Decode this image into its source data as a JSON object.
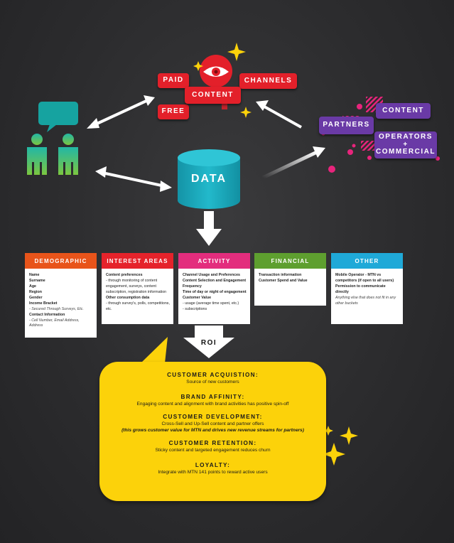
{
  "channels": {
    "paid": "PAID",
    "content": "CONTENT",
    "free": "FREE",
    "channels": "CHANNELS"
  },
  "partners": {
    "content": "CONTENT",
    "partners": "PARTNERS",
    "operators_line1": "OPERATORS",
    "operators_line2": "+",
    "operators_line3": "COMMERCIAL"
  },
  "data_label": "DATA",
  "roi_label": "ROI",
  "categories": [
    {
      "title": "DEMOGRAPHIC",
      "color": "#e8541a",
      "lines": [
        {
          "t": "Name",
          "s": "b"
        },
        {
          "t": "Surname",
          "s": "b"
        },
        {
          "t": "Age",
          "s": "b"
        },
        {
          "t": "Region",
          "s": "b"
        },
        {
          "t": "Gender",
          "s": "b"
        },
        {
          "t": "Income Bracket",
          "s": "b"
        },
        {
          "t": "- Secured Through Surveys, Etc.",
          "s": "n"
        },
        {
          "t": "Contact Information",
          "s": "b"
        },
        {
          "t": "- Cell Number, Email Address, Address",
          "s": "n"
        }
      ]
    },
    {
      "title": "INTEREST AREAS",
      "color": "#e5232b",
      "lines": [
        {
          "t": "Content preferences",
          "s": "b"
        },
        {
          "t": "- through monitoring of content",
          "s": "r"
        },
        {
          "t": "engagement, surveys, content",
          "s": "r"
        },
        {
          "t": "subscription, registration information",
          "s": "r"
        },
        {
          "t": "Other consumption data",
          "s": "b"
        },
        {
          "t": "- through survey's, polls, competitions, etc.",
          "s": "r"
        }
      ]
    },
    {
      "title": "ACTIVITY",
      "color": "#e32d7d",
      "lines": [
        {
          "t": "Channel Usage and Preferences",
          "s": "b"
        },
        {
          "t": "Content Selection and Engagement",
          "s": "b"
        },
        {
          "t": "Frequency",
          "s": "b"
        },
        {
          "t": "Time of day or night of engagement",
          "s": "b"
        },
        {
          "t": "Customer Value",
          "s": "b"
        },
        {
          "t": "- usage (average time spent, etc.)",
          "s": "r"
        },
        {
          "t": "- subscriptions",
          "s": "r"
        }
      ]
    },
    {
      "title": "FINANCIAL",
      "color": "#5e9f2f",
      "lines": [
        {
          "t": "Transaction information",
          "s": "b"
        },
        {
          "t": "Customer Spend and Value",
          "s": "b"
        }
      ]
    },
    {
      "title": "OTHER",
      "color": "#1fa9d8",
      "lines": [
        {
          "t": "Mobile Operator  - MTN vs",
          "s": "b"
        },
        {
          "t": "competitors (if open to all users)",
          "s": "b"
        },
        {
          "t": "Permission to communicate directly",
          "s": "b"
        },
        {
          "t": "Anything else that does not fit in any",
          "s": "n"
        },
        {
          "t": "other buckets",
          "s": "n"
        }
      ]
    }
  ],
  "roi": [
    {
      "title": "CUSTOMER ACQUISTION:",
      "lines": [
        {
          "t": "Source of new customers",
          "s": "r"
        }
      ]
    },
    {
      "title": "BRAND AFFINITY:",
      "lines": [
        {
          "t": "Engaging content and alignment with brand activities has positive spin-off",
          "s": "r"
        }
      ]
    },
    {
      "title": "CUSTOMER DEVELOPMENT:",
      "lines": [
        {
          "t": "Cross-Sell and Up-Sell content and partner offers",
          "s": "r"
        },
        {
          "t": "(this grows customer value for MTN and drives new revenue streams for partners)",
          "s": "i"
        }
      ]
    },
    {
      "title": "CUSTOMER RETENTION:",
      "lines": [
        {
          "t": "Sticky content and targeted engagement reduces churn",
          "s": "r"
        }
      ]
    },
    {
      "title": "LOYALTY:",
      "lines": [
        {
          "t": "Integrate with MTN 141 points to reward active users",
          "s": "r"
        }
      ]
    }
  ],
  "colors": {
    "red": "#e3202a",
    "purple": "#6a3aa6",
    "teal": "#1aa6b7",
    "yellow": "#fcd20a",
    "magenta": "#e8247c"
  }
}
